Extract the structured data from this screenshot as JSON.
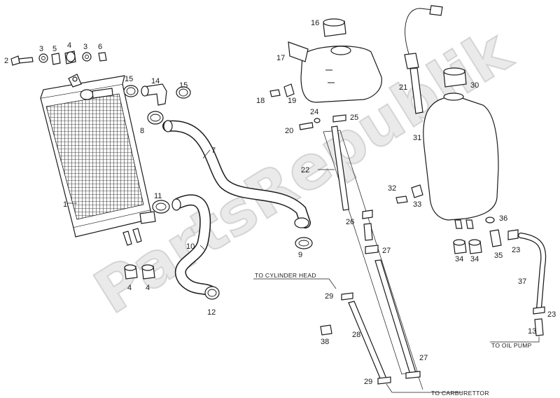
{
  "watermark": "PartsRepublik",
  "callouts": {
    "c1": "1",
    "c2": "2",
    "c3a": "3",
    "c3b": "3",
    "c4a": "4",
    "c4b": "4",
    "c4c": "4",
    "c5": "5",
    "c6": "6",
    "c7": "7",
    "c8": "8",
    "c9": "9",
    "c10": "10",
    "c11": "11",
    "c12": "12",
    "c13": "13",
    "c14": "14",
    "c15a": "15",
    "c15b": "15",
    "c16": "16",
    "c17": "17",
    "c18": "18",
    "c19": "19",
    "c20": "20",
    "c21": "21",
    "c22": "22",
    "c23a": "23",
    "c23b": "23",
    "c24": "24",
    "c25": "25",
    "c26": "26",
    "c27a": "27",
    "c27b": "27",
    "c28": "28",
    "c29a": "29",
    "c29b": "29",
    "c30": "30",
    "c31": "31",
    "c32": "32",
    "c33": "33",
    "c34a": "34",
    "c34b": "34",
    "c35": "35",
    "c36": "36",
    "c37": "37",
    "c38": "38"
  },
  "notes": {
    "cylinder_head": "TO CYLINDER HEAD",
    "oil_pump": "TO OIL PUMP",
    "carburettor": "TO CARBURETTOR"
  }
}
